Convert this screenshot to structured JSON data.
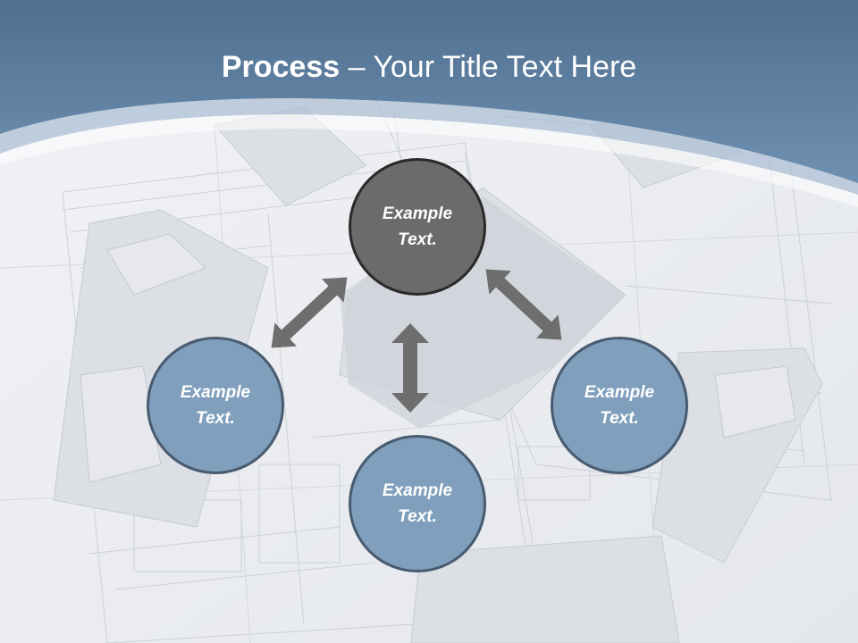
{
  "title": {
    "bold": "Process",
    "rest": " – Your Title Text Here"
  },
  "colors": {
    "header": "#5a7a9a",
    "node_dark": "#6b6b6b",
    "node_blue": "#7f9fbc",
    "arrow": "#6e6e6e"
  },
  "nodes": [
    {
      "id": "top",
      "label": "Example Text.",
      "style": "dark"
    },
    {
      "id": "left",
      "label": "Example Text.",
      "style": "blue"
    },
    {
      "id": "bottom",
      "label": "Example Text.",
      "style": "blue"
    },
    {
      "id": "right",
      "label": "Example Text.",
      "style": "blue"
    }
  ],
  "connectors": [
    {
      "between": [
        "top",
        "left"
      ],
      "type": "double-arrow"
    },
    {
      "between": [
        "top",
        "right"
      ],
      "type": "double-arrow"
    },
    {
      "between": [
        "top",
        "bottom"
      ],
      "type": "double-arrow"
    }
  ]
}
